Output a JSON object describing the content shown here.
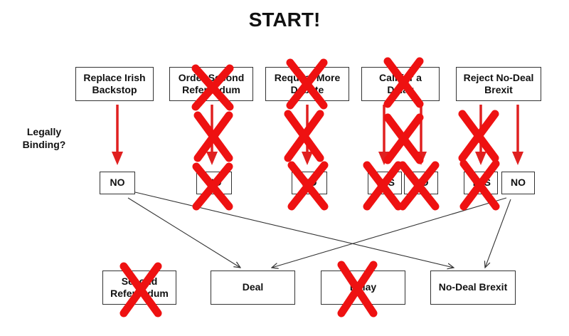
{
  "title": "START!",
  "side_label": "Legally\nBinding?",
  "options": [
    "Replace Irish\nBackstop",
    "Order Second\nReferendum",
    "Request More\nDebate",
    "Call for a\nDelay",
    "Reject No-Deal\nBrexit"
  ],
  "answers": [
    "NO",
    "NO",
    "NO",
    "YES",
    "NO",
    "YES",
    "NO"
  ],
  "outcomes": [
    "Second\nReferendum",
    "Deal",
    "Delay",
    "No-Deal Brexit"
  ],
  "colors": {
    "arrow_red": "#e02020",
    "cross_red": "#ee1111",
    "connector": "#333333"
  }
}
